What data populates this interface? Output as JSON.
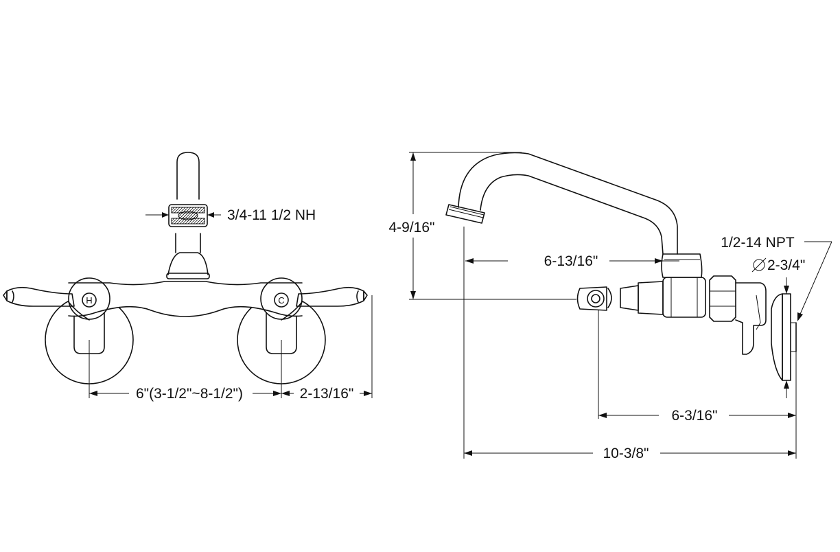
{
  "dimensions": {
    "front_thread": "3/4-11 1/2 NH",
    "center_spread": "6\"(3-1/2\"~8-1/2\")",
    "handle_to_edge": "2-13/16\"",
    "height": "4-9/16\"",
    "spout_reach": "6-13/16\"",
    "inlet_thread": "1/2-14 NPT",
    "flange_diameter": "2-3/4\"",
    "body_depth": "6-3/16\"",
    "overall_depth": "10-3/8\""
  },
  "handles": {
    "hot_label": "H",
    "cold_label": "C"
  },
  "symbols": {
    "diameter_icon": "diameter-symbol"
  }
}
